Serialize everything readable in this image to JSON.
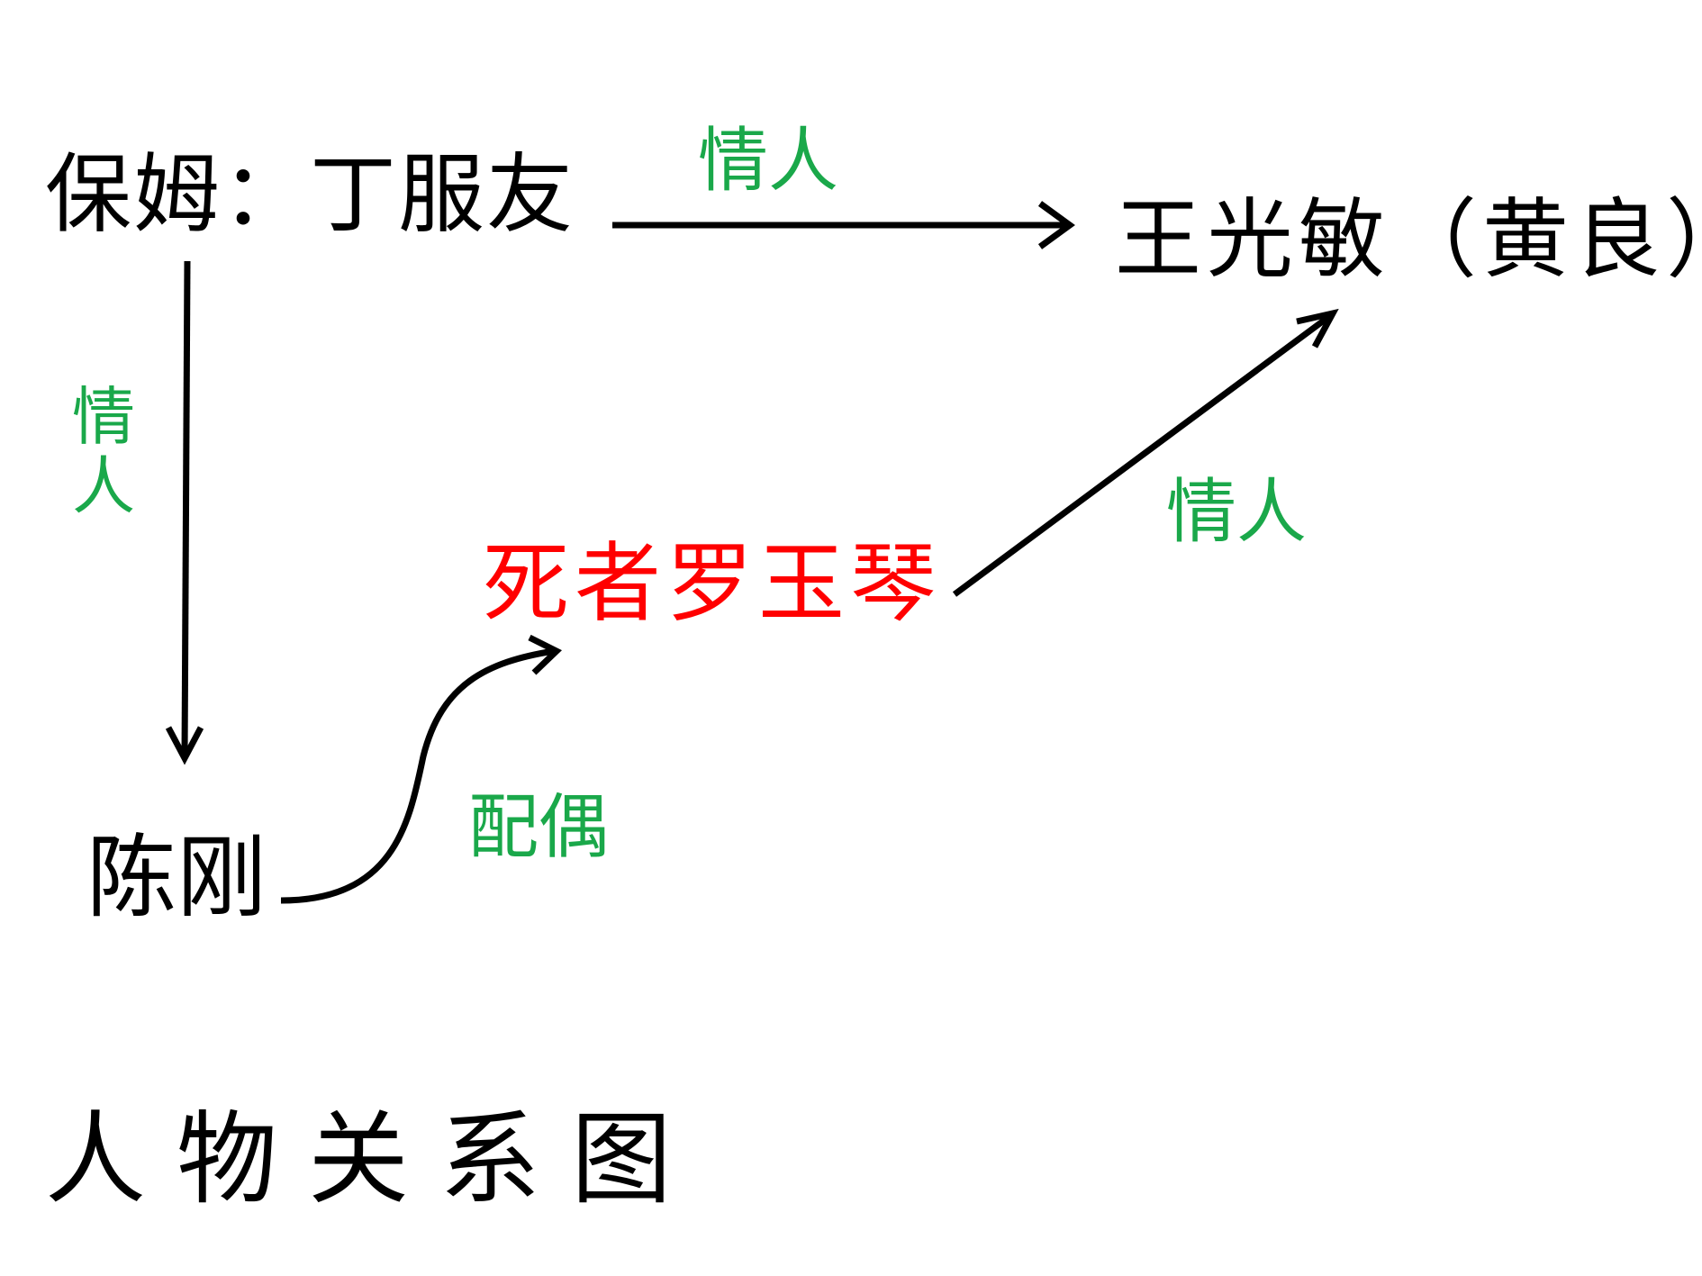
{
  "colors": {
    "person": "#000000",
    "victim": "#ff0000",
    "relation": "#1aa84a",
    "arrow": "#000000"
  },
  "nodes": {
    "nanny": "保姆：丁服友",
    "wang": "王光敏（黄良）",
    "victim": "死者罗玉琴",
    "chen": "陈刚"
  },
  "edges": {
    "nanny_to_wang": "情人",
    "nanny_to_chen": "情人",
    "victim_to_wang": "情人",
    "chen_to_victim": "配偶"
  },
  "title": "人物关系图"
}
